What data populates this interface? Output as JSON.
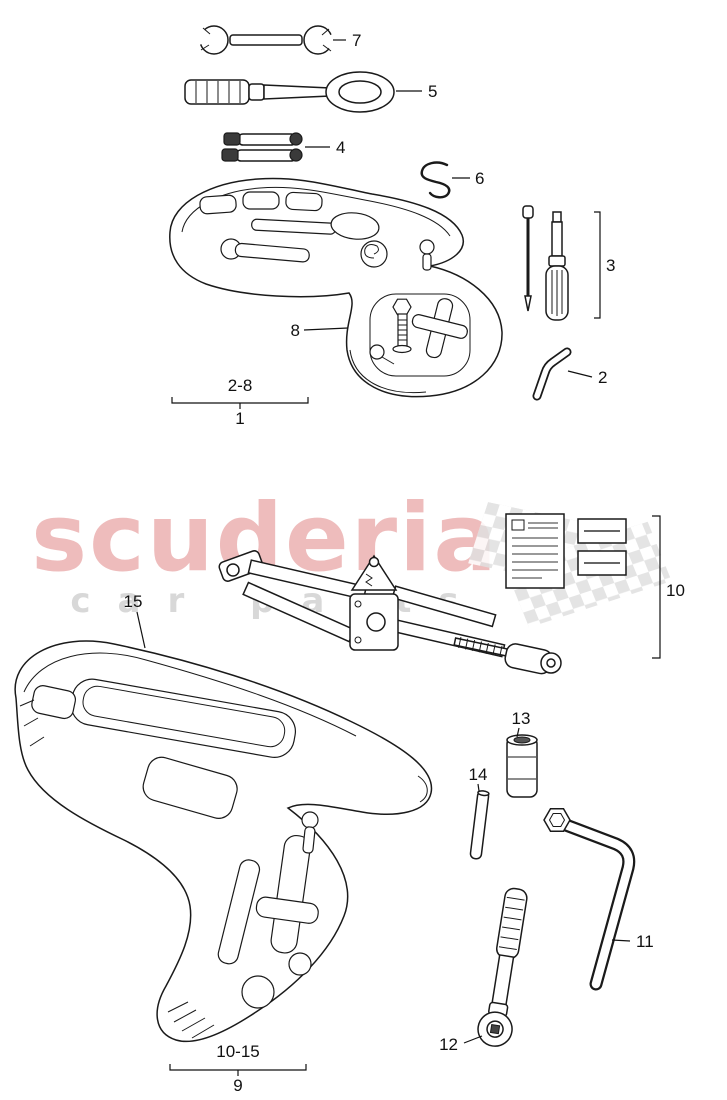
{
  "diagram": {
    "watermark": {
      "brand": "scuderia",
      "sub": "car parts"
    },
    "colors": {
      "watermark_red": "#eaacac",
      "watermark_gray": "#d6d6d6"
    },
    "callouts": {
      "c1": "1",
      "c2": "2",
      "c3": "3",
      "c4": "4",
      "c5": "5",
      "c6": "6",
      "c7": "7",
      "c8": "8",
      "c9": "9",
      "c10": "10",
      "c11": "11",
      "c12": "12",
      "c13": "13",
      "c14": "14",
      "c15": "15",
      "top_range": "2-8",
      "top_group": "1",
      "bottom_range": "10-15",
      "bottom_group": "9"
    }
  }
}
